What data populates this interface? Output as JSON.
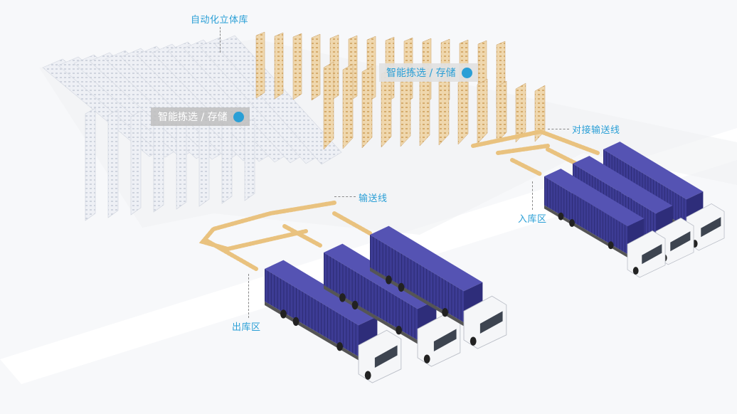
{
  "labels": {
    "automated_warehouse": "自动化立体库",
    "picking_storage_left": "智能拣选 / 存储",
    "picking_storage_right": "智能拣选 / 存储",
    "docking_conveyor": "对接输送线",
    "conveyor": "输送线",
    "inbound_area": "入库区",
    "outbound_area": "出库区"
  },
  "colors": {
    "accent": "#2a9fd6",
    "truck_container": "#3b3a8f",
    "rack_wood": "#e6c79a",
    "rack_white": "#e9ecf2",
    "floor": "#f7f8fa"
  }
}
